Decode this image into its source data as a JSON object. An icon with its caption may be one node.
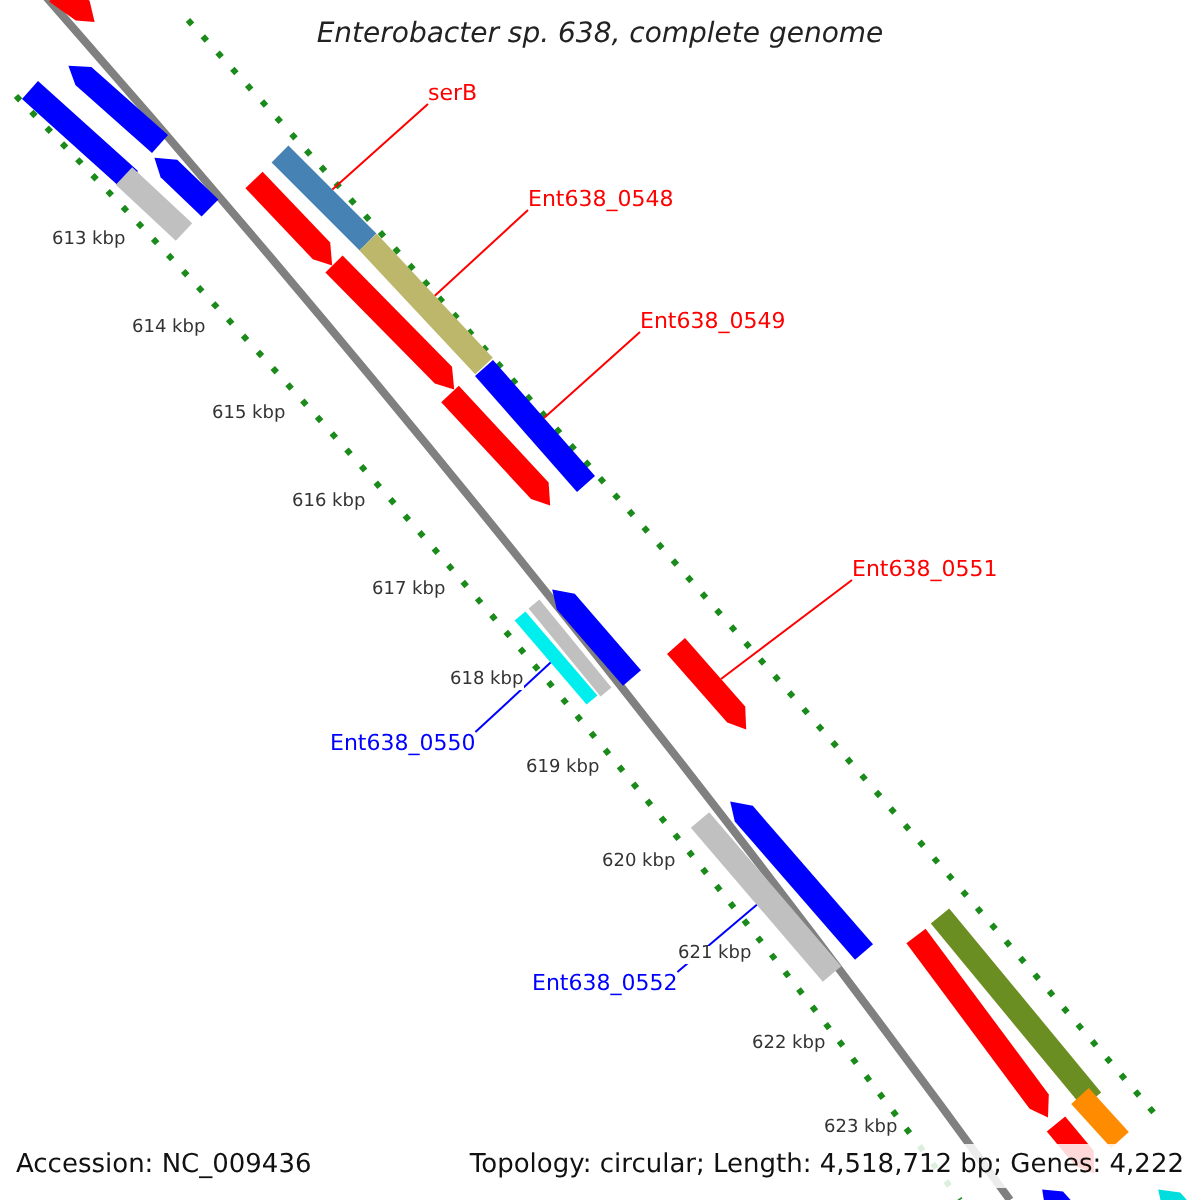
{
  "diagram": {
    "title": "Enterobacter sp. 638, complete genome",
    "nodes": [
      {
        "text": [
          "serB"
        ]
      },
      {
        "text": [],
        "shape": "bar"
      },
      {
        "text": [
          "Ent638_0548"
        ]
      },
      {
        "text": [],
        "shape": "bar"
      },
      {
        "text": [
          "Ent638_0549"
        ]
      },
      {
        "text": [],
        "shape": "bar"
      },
      {
        "text": [
          "Ent638_0551"
        ]
      },
      {
        "text": [],
        "shape": "bar"
      },
      {
        "text": [
          "Ent638_0550"
        ]
      },
      {
        "text": [],
        "shape": "bar"
      },
      {
        "text": [
          "Ent638_0552"
        ]
      },
      {
        "text": [],
        "shape": "bar"
      },
      {
        "text": [],
        "shape": "bar"
      },
      {
        "text": [],
        "shape": "bar"
      },
      {
        "text": [],
        "shape": "bar"
      },
      {
        "text": [],
        "shape": "bar"
      },
      {
        "text": [],
        "shape": "bar"
      },
      {
        "text": [],
        "shape": "bar"
      },
      {
        "text": [],
        "shape": "bar"
      },
      {
        "text": [],
        "shape": "bar"
      },
      {
        "text": [],
        "shape": "bar"
      },
      {
        "text": [],
        "shape": "bar"
      },
      {
        "text": [],
        "shape": "bar"
      },
      {
        "text": [],
        "shape": "bar"
      },
      {
        "text": [],
        "shape": "bar"
      },
      {
        "text": [],
        "shape": "bar"
      },
      {
        "text": [],
        "shape": "bar"
      },
      {
        "text": [],
        "shape": "bar"
      },
      {
        "text": [],
        "shape": "bar"
      }
    ],
    "edges": [
      {
        "from": 0,
        "to": 1,
        "arrow": "none",
        "color": "#ff0000"
      },
      {
        "from": 2,
        "to": 3,
        "arrow": "none",
        "color": "#ff0000"
      },
      {
        "from": 4,
        "to": 5,
        "arrow": "none",
        "color": "#ff0000"
      },
      {
        "from": 6,
        "to": 7,
        "arrow": "none",
        "color": "#ff0000"
      },
      {
        "from": 8,
        "to": 9,
        "arrow": "none",
        "color": "#0000ff"
      },
      {
        "from": 10,
        "to": 11,
        "arrow": "none",
        "color": "#0000ff"
      }
    ],
    "labels": [
      "613 kbp",
      "614 kbp",
      "615 kbp",
      "616 kbp",
      "617 kbp",
      "618 kbp",
      "619 kbp",
      "620 kbp",
      "621 kbp",
      "622 kbp",
      "623 kbp",
      "Accession: NC_009436",
      "Topology: circular; Length: 4,518,712 bp; Genes: 4,222"
    ]
  }
}
